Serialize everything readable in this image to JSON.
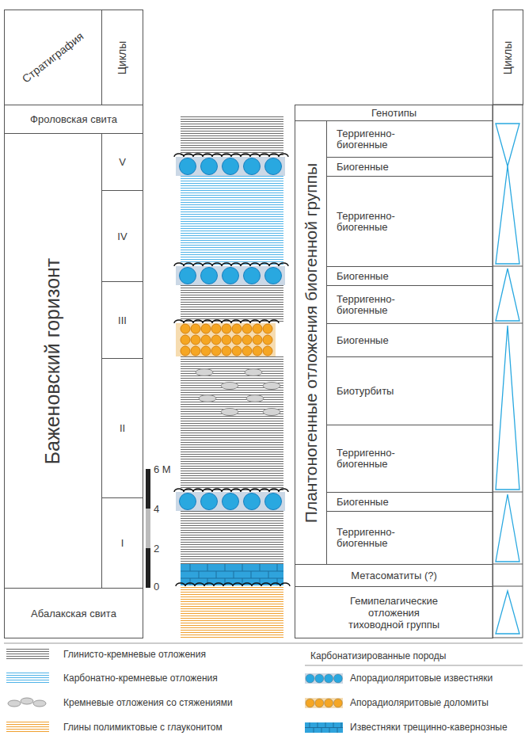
{
  "diagram": {
    "nodes": [
      {
        "text": [
          "Стратиграфия"
        ]
      },
      {
        "text": [
          "Циклы"
        ]
      },
      {
        "text": [
          "Фроловская свита"
        ]
      },
      {
        "text": [
          "Баженовский горизонт"
        ]
      },
      {
        "text": [
          "V"
        ]
      },
      {
        "text": [
          "IV"
        ]
      },
      {
        "text": [
          "III"
        ]
      },
      {
        "text": [
          "II"
        ]
      },
      {
        "text": [
          "I"
        ]
      },
      {
        "text": [
          "Абалакская свита"
        ]
      },
      {
        "text": [
          "Циклы"
        ]
      },
      {
        "text": [
          "Генотипы"
        ]
      },
      {
        "text": [
          "Плантоногенные отложения биогенной группы"
        ]
      },
      {
        "text": [
          "Терригенно- биогенные"
        ]
      },
      {
        "text": [
          "Биогенные"
        ]
      },
      {
        "text": [
          "Терригенно- биогенные"
        ]
      },
      {
        "text": [
          "Биогенные"
        ]
      },
      {
        "text": [
          "Терригенно- биогенные"
        ]
      },
      {
        "text": [
          "Биогенные"
        ]
      },
      {
        "text": [
          "Биотурбиты"
        ]
      },
      {
        "text": [
          "Терригенно- биогенные"
        ]
      },
      {
        "text": [
          "Биогенные"
        ]
      },
      {
        "text": [
          "Терригенно- биогенные"
        ]
      },
      {
        "text": [
          "Метасоматиты (?)"
        ]
      },
      {
        "text": [
          "Гемипелагические отложения тиховодной группы"
        ]
      }
    ],
    "labels": [
      "6 М",
      "4",
      "2",
      "0",
      "Карбонатизированные породы"
    ],
    "legend": [
      {
        "text": "Глинисто-кремневые отложения",
        "color": "#6b6b6b"
      },
      {
        "text": "Карбонатно-кремневые отложения",
        "color": "#4fb3e8"
      },
      {
        "text": "Кремневые отложения со стяжениями",
        "color": "#9a9a9a"
      },
      {
        "text": "Глины полимиктовые с глауконитом",
        "color": "#f0a030"
      },
      {
        "text": "Апорадиоляритовые известняки",
        "color": "#29a8e0"
      },
      {
        "text": "Апорадиоляритовые доломиты",
        "color": "#f5a623"
      },
      {
        "text": "Известняки трещинно-кавернозные",
        "color": "#2fa3dc"
      }
    ]
  }
}
